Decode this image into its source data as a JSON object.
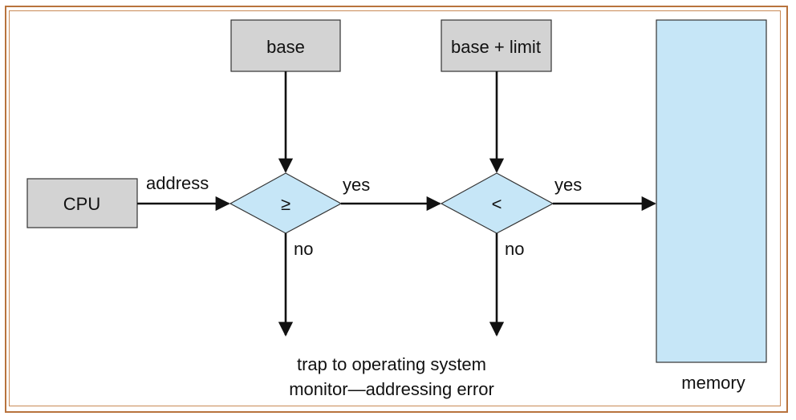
{
  "diagram": {
    "nodes": {
      "base": "base",
      "base_limit": "base + limit",
      "cpu": "CPU",
      "compare_ge": "≥",
      "compare_lt": "<",
      "memory": "memory"
    },
    "edges": {
      "address": "address",
      "yes1": "yes",
      "yes2": "yes",
      "no1": "no",
      "no2": "no"
    },
    "trap": {
      "line1": "trap to operating system",
      "line2": "monitor—addressing error"
    }
  },
  "colors": {
    "frame": "#b8733d",
    "box_fill": "#d3d3d3",
    "diamond_fill": "#c6e6f7",
    "memory_fill": "#c6e6f7"
  }
}
